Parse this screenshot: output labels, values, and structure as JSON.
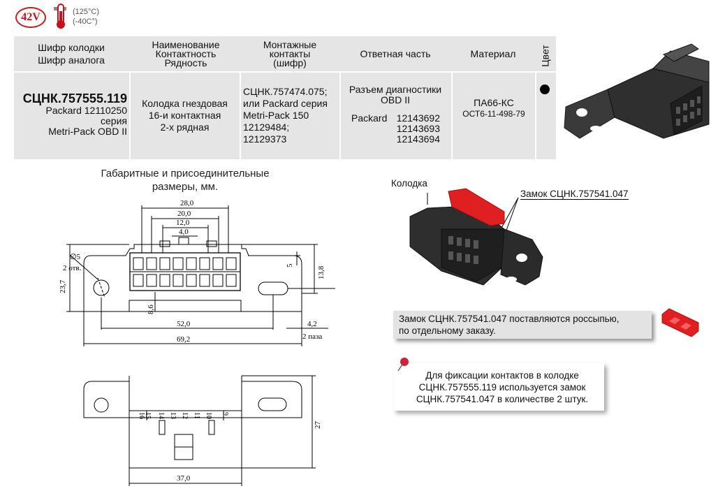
{
  "badge": {
    "voltage": "42V",
    "temp_high": "(125°C)",
    "temp_low": "(-40C°)"
  },
  "table": {
    "headers": {
      "code": [
        "Шифр колодки",
        "Шифр аналога"
      ],
      "name": [
        "Наименование",
        "Контактность",
        "Рядность"
      ],
      "contacts": [
        "Монтажные",
        "контакты",
        "(шифр)"
      ],
      "mating": "Ответная часть",
      "material": "Материал",
      "color": "Цвет"
    },
    "row": {
      "code_main": "СЦНК.757555.119",
      "code_analog": [
        "Packard 12110250",
        "серия",
        "Metri-Pack OBD II"
      ],
      "name": [
        "Колодка гнездовая",
        "16-и контактная",
        "2-х рядная"
      ],
      "contacts": [
        "СЦНК.757474.075;",
        "или Packard серия",
        "Metri-Pack 150",
        "12129484;",
        "12129373"
      ],
      "mating_title": [
        "Разъем диагностики",
        "OBD II"
      ],
      "mating_prefix": "Packard",
      "mating_numbers": [
        "12143692",
        "12143693",
        "12143694"
      ],
      "material": [
        "ПА66-КС",
        "ОСТ6-11-498-79"
      ]
    }
  },
  "drawing": {
    "title": [
      "Габаритные и присоединительные",
      "размеры, мм."
    ],
    "dims": {
      "d28": "28,0",
      "d20": "20,0",
      "d12": "12,0",
      "d4": "4,0",
      "hole": "∅5",
      "hole_count": "2 отв.",
      "h237": "23,7",
      "h138": "13,8",
      "h5": "5",
      "h86": "8,6",
      "w52": "52,0",
      "w692": "69,2",
      "w42": "4,2",
      "slots": "2 паза",
      "h27": "27",
      "w37": "37,0"
    },
    "pin_labels_left": [
      "16",
      "15",
      "14",
      "13",
      "12",
      "11",
      "10",
      "9"
    ]
  },
  "lock_figure": {
    "housing_label": "Колодка",
    "lock_label": "Замок СЦНК.757541.047"
  },
  "notes": {
    "supply": [
      "Замок СЦНК.757541.047  поставляются россыпью,",
      "по отдельному заказу."
    ],
    "fixation": [
      "Для фиксации контактов в колодке",
      "СЦНК.757555.119 используется замок",
      "СЦНК.757541.047  в количестве 2 штук."
    ]
  },
  "colors": {
    "accent_red": "#e02020",
    "table_bg": "#e5e5e5",
    "housing": "#333333"
  }
}
